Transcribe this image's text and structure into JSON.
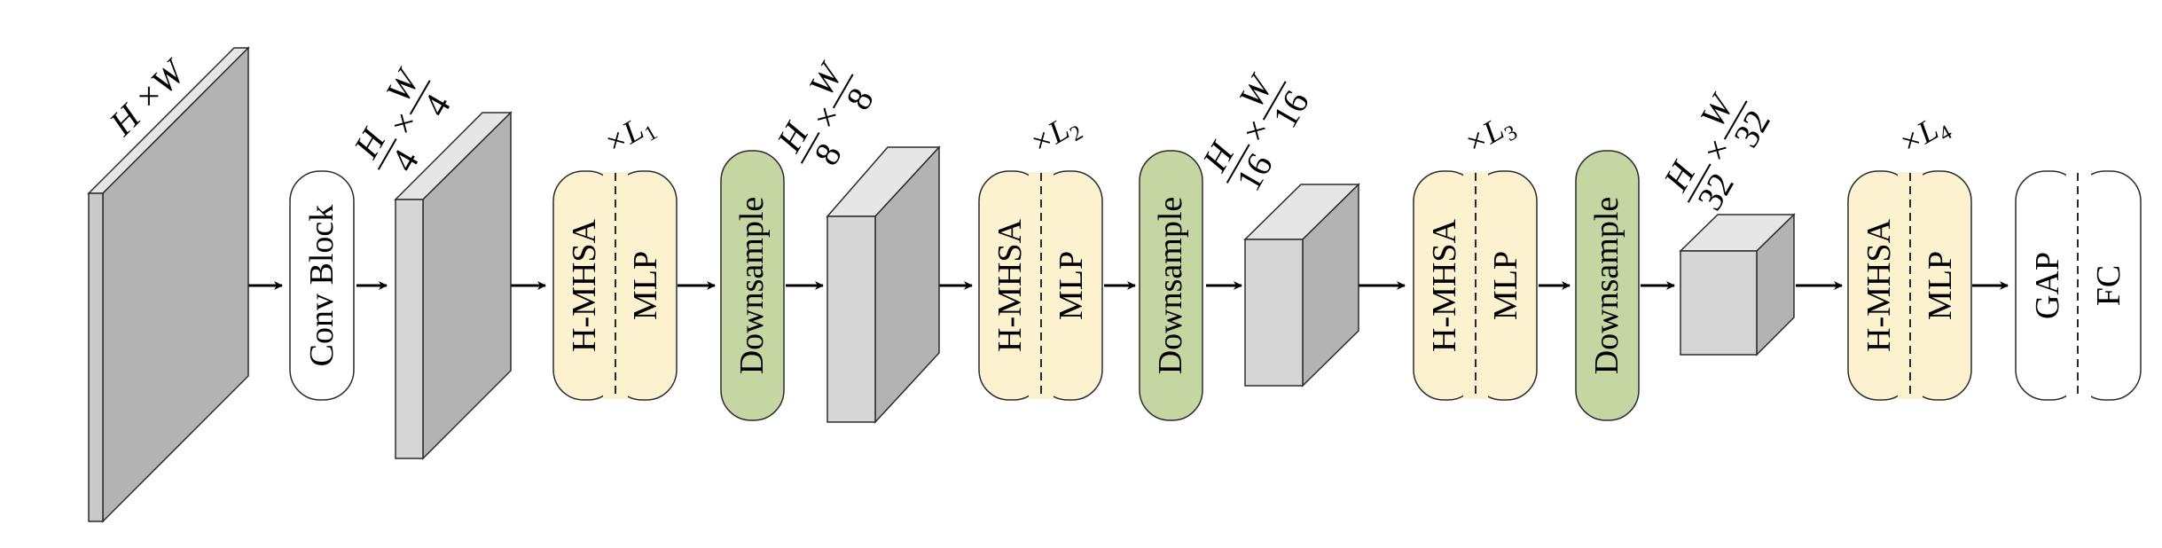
{
  "input": {
    "dim_label": "H ×W"
  },
  "conv": {
    "label": "Conv Block"
  },
  "stage_dims": [
    {
      "h": "H",
      "h_den": "4",
      "w": "W",
      "w_den": "4",
      "sep": "×"
    },
    {
      "h": "H",
      "h_den": "8",
      "w": "W",
      "w_den": "8",
      "sep": "×"
    },
    {
      "h": "H",
      "h_den": "16",
      "w": "W",
      "w_den": "16",
      "sep": "×"
    },
    {
      "h": "H",
      "h_den": "32",
      "w": "W",
      "w_den": "32",
      "sep": "×"
    }
  ],
  "blocks": [
    {
      "attn": "H-MHSA",
      "mlp": "MLP",
      "repeat": "×L",
      "sub": "1"
    },
    {
      "attn": "H-MHSA",
      "mlp": "MLP",
      "repeat": "×L",
      "sub": "2"
    },
    {
      "attn": "H-MHSA",
      "mlp": "MLP",
      "repeat": "×L",
      "sub": "3"
    },
    {
      "attn": "H-MHSA",
      "mlp": "MLP",
      "repeat": "×L",
      "sub": "4"
    }
  ],
  "downsample": [
    {
      "label": "Downsample"
    },
    {
      "label": "Downsample"
    },
    {
      "label": "Downsample"
    }
  ],
  "head": {
    "gap": "GAP",
    "fc": "FC"
  },
  "colors": {
    "block_fill": "#fcf2cf",
    "downsample_fill": "#c5d6a2",
    "head_fill": "#ffffff",
    "plane_front": "#c9c9c9",
    "plane_side": "#b3b3b3",
    "plane_top": "#e6e6e6",
    "stroke": "#2b2b2b"
  }
}
